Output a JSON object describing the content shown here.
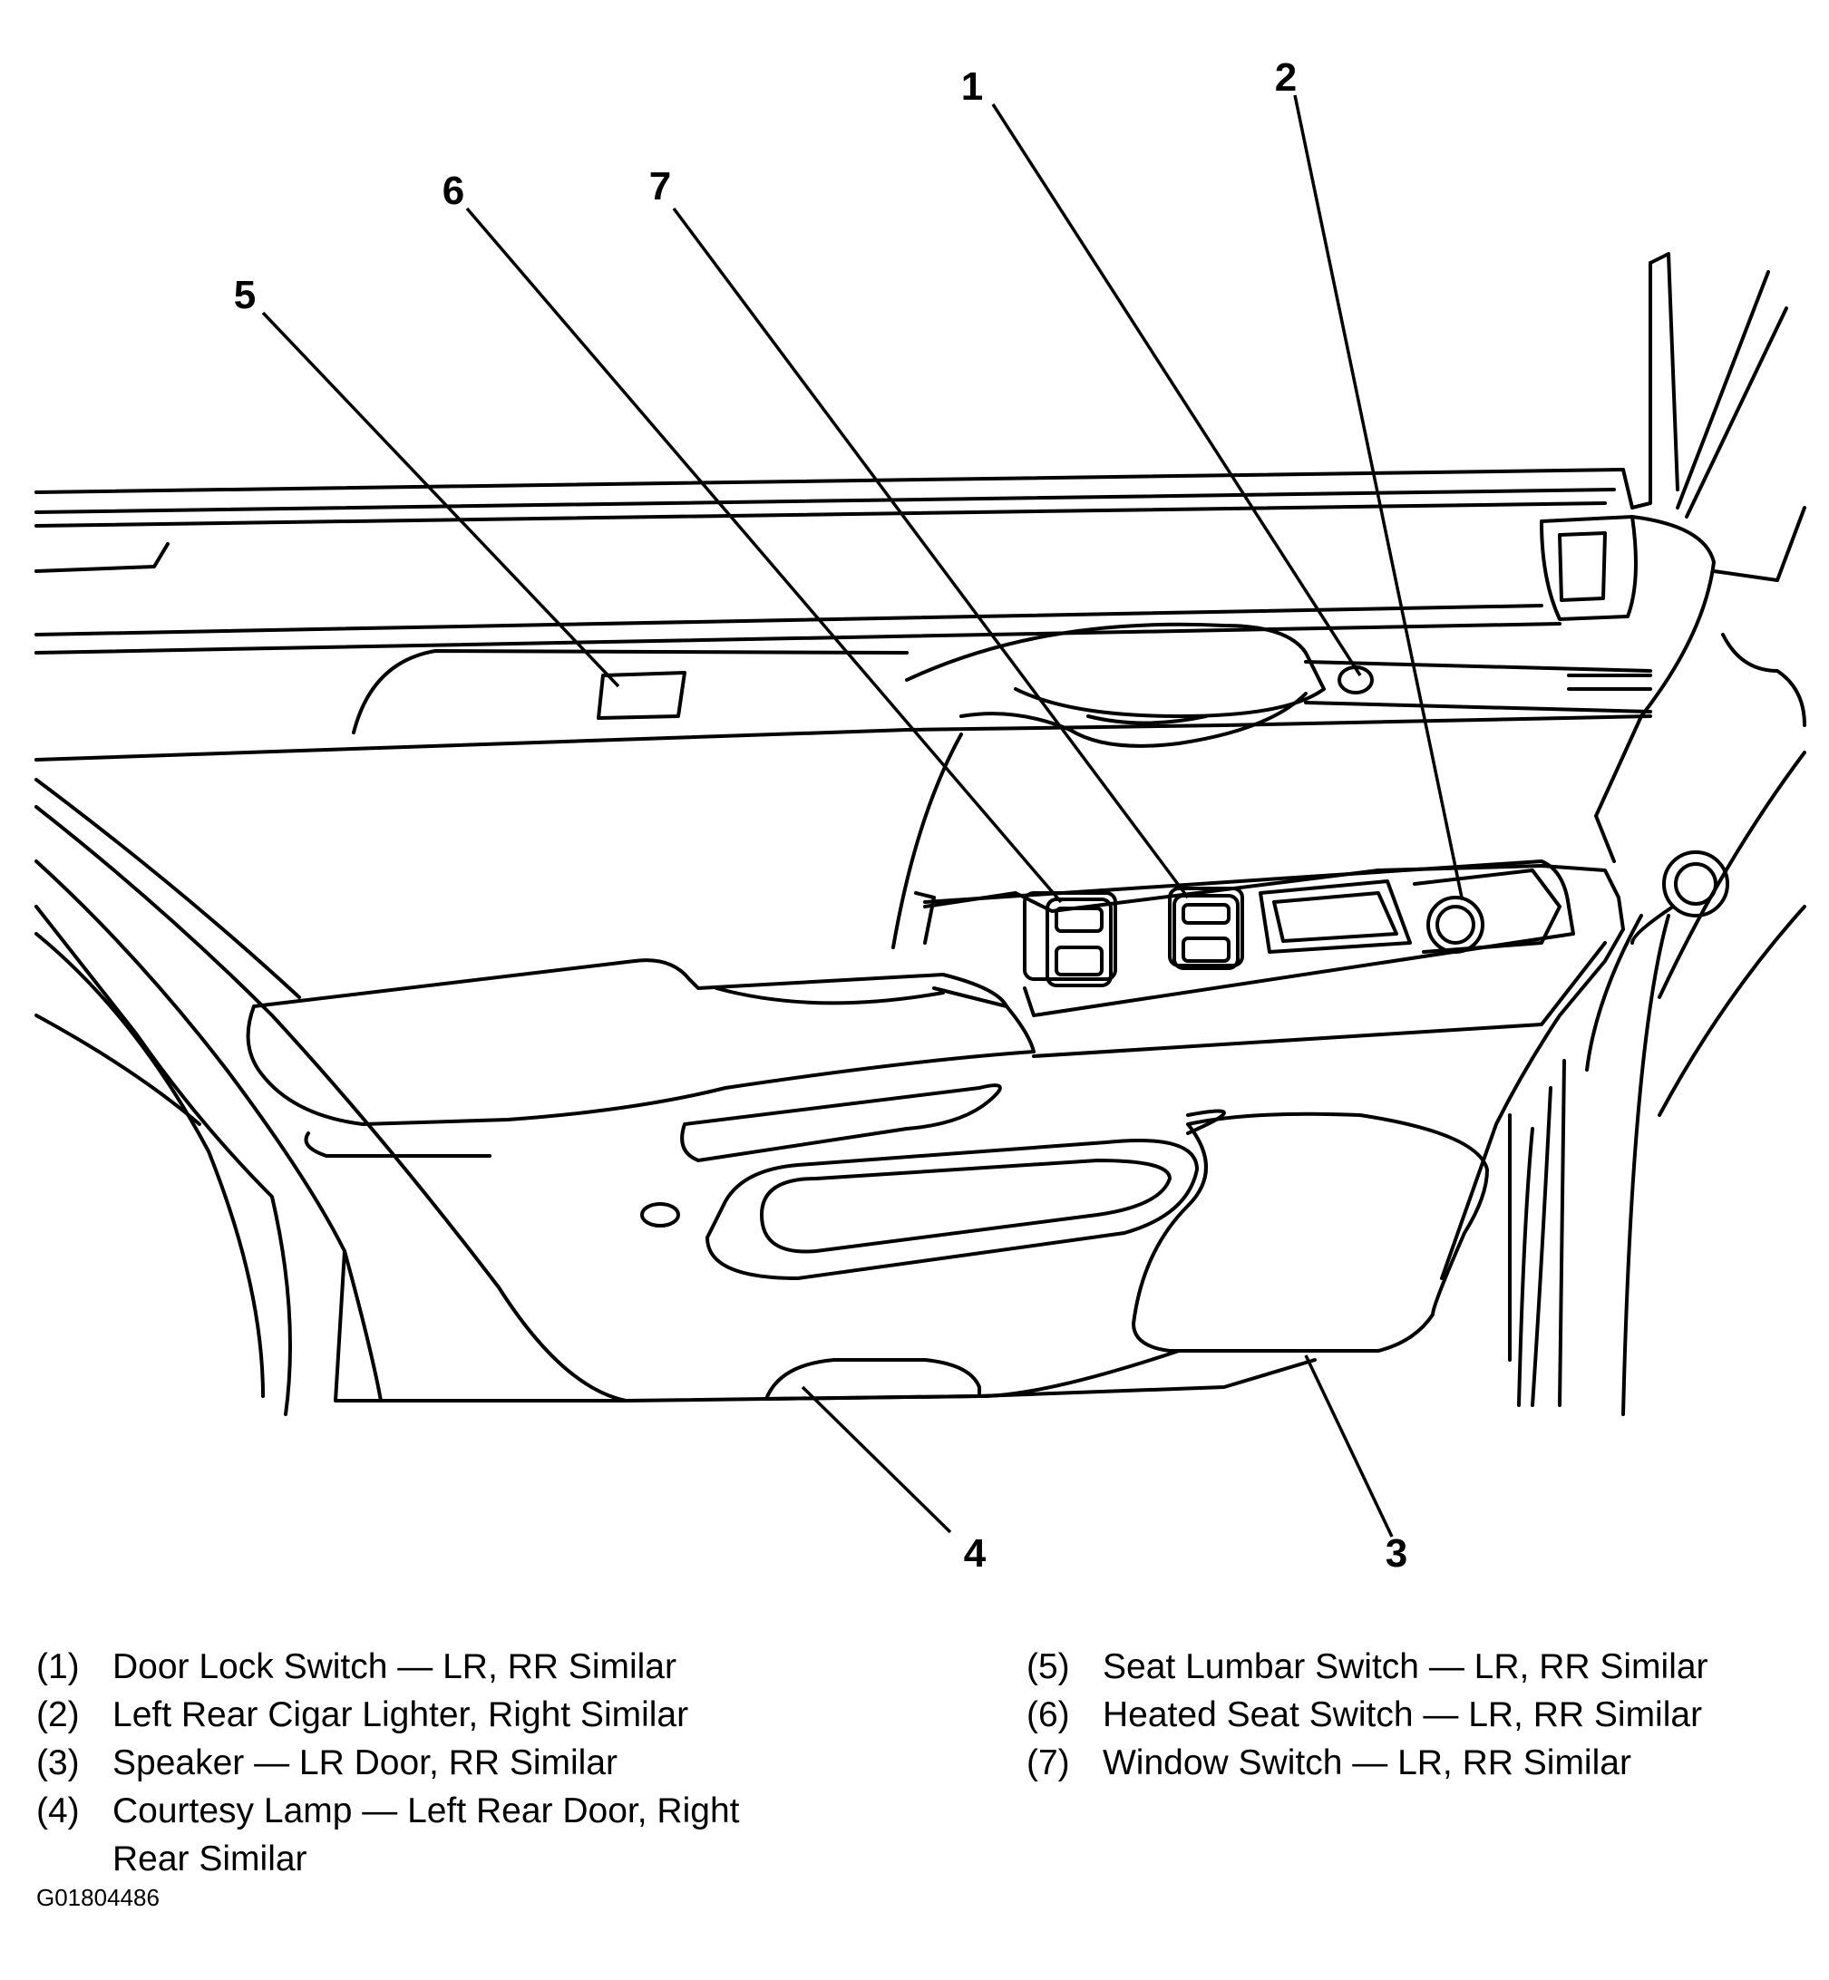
{
  "callouts": {
    "c1": "1",
    "c2": "2",
    "c3": "3",
    "c4": "4",
    "c5": "5",
    "c6": "6",
    "c7": "7"
  },
  "legend": [
    {
      "num": "(1)",
      "text": "Door Lock Switch — LR, RR Similar"
    },
    {
      "num": "(2)",
      "text": "Left Rear Cigar Lighter, Right Similar"
    },
    {
      "num": "(3)",
      "text": "Speaker — LR Door, RR Similar"
    },
    {
      "num": "(4)",
      "text": "Courtesy Lamp — Left Rear Door, Right Rear Similar"
    },
    {
      "num": "(5)",
      "text": "Seat Lumbar Switch — LR, RR Similar"
    },
    {
      "num": "(6)",
      "text": "Heated Seat Switch — LR, RR Similar"
    },
    {
      "num": "(7)",
      "text": "Window Switch — LR, RR Similar"
    }
  ],
  "figure_id": "G01804486"
}
